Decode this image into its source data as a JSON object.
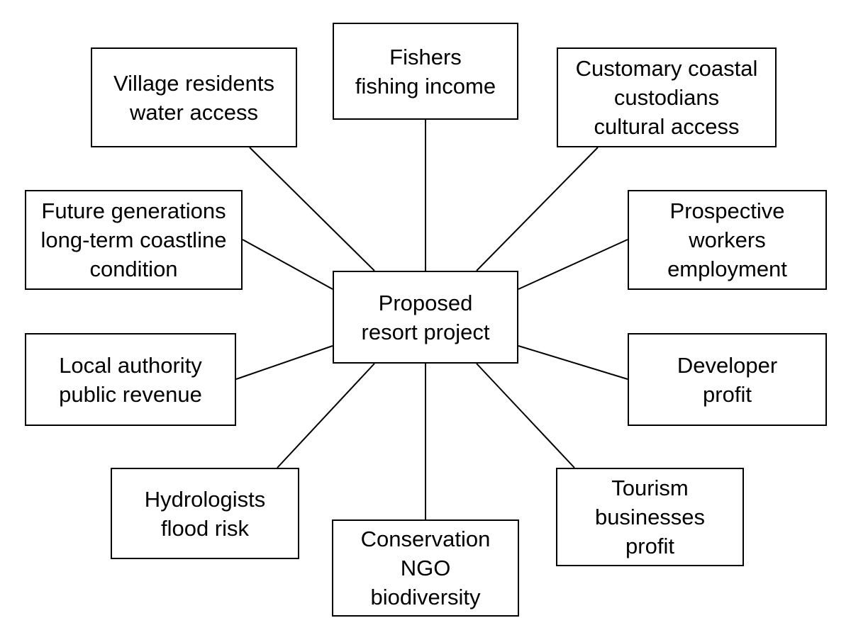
{
  "center": {
    "lines": [
      "Proposed",
      "resort project"
    ]
  },
  "stakeholders": {
    "village": {
      "lines": [
        "Village residents",
        "water access"
      ]
    },
    "fishers": {
      "lines": [
        "Fishers",
        "fishing income"
      ]
    },
    "custom": {
      "lines": [
        "Customary coastal",
        "custodians",
        "cultural access"
      ]
    },
    "future": {
      "lines": [
        "Future generations",
        "long-term coastline",
        "condition"
      ]
    },
    "workers": {
      "lines": [
        "Prospective",
        "workers",
        "employment"
      ]
    },
    "local": {
      "lines": [
        "Local authority",
        "public revenue"
      ]
    },
    "dev": {
      "lines": [
        "Developer",
        "profit"
      ]
    },
    "hydro": {
      "lines": [
        "Hydrologists",
        "flood risk"
      ]
    },
    "ngo": {
      "lines": [
        "Conservation",
        "NGO",
        "biodiversity"
      ]
    },
    "tourism": {
      "lines": [
        "Tourism",
        "businesses",
        "profit"
      ]
    }
  },
  "colors": {
    "line": "#000000",
    "border": "#000000",
    "background": "#ffffff"
  }
}
